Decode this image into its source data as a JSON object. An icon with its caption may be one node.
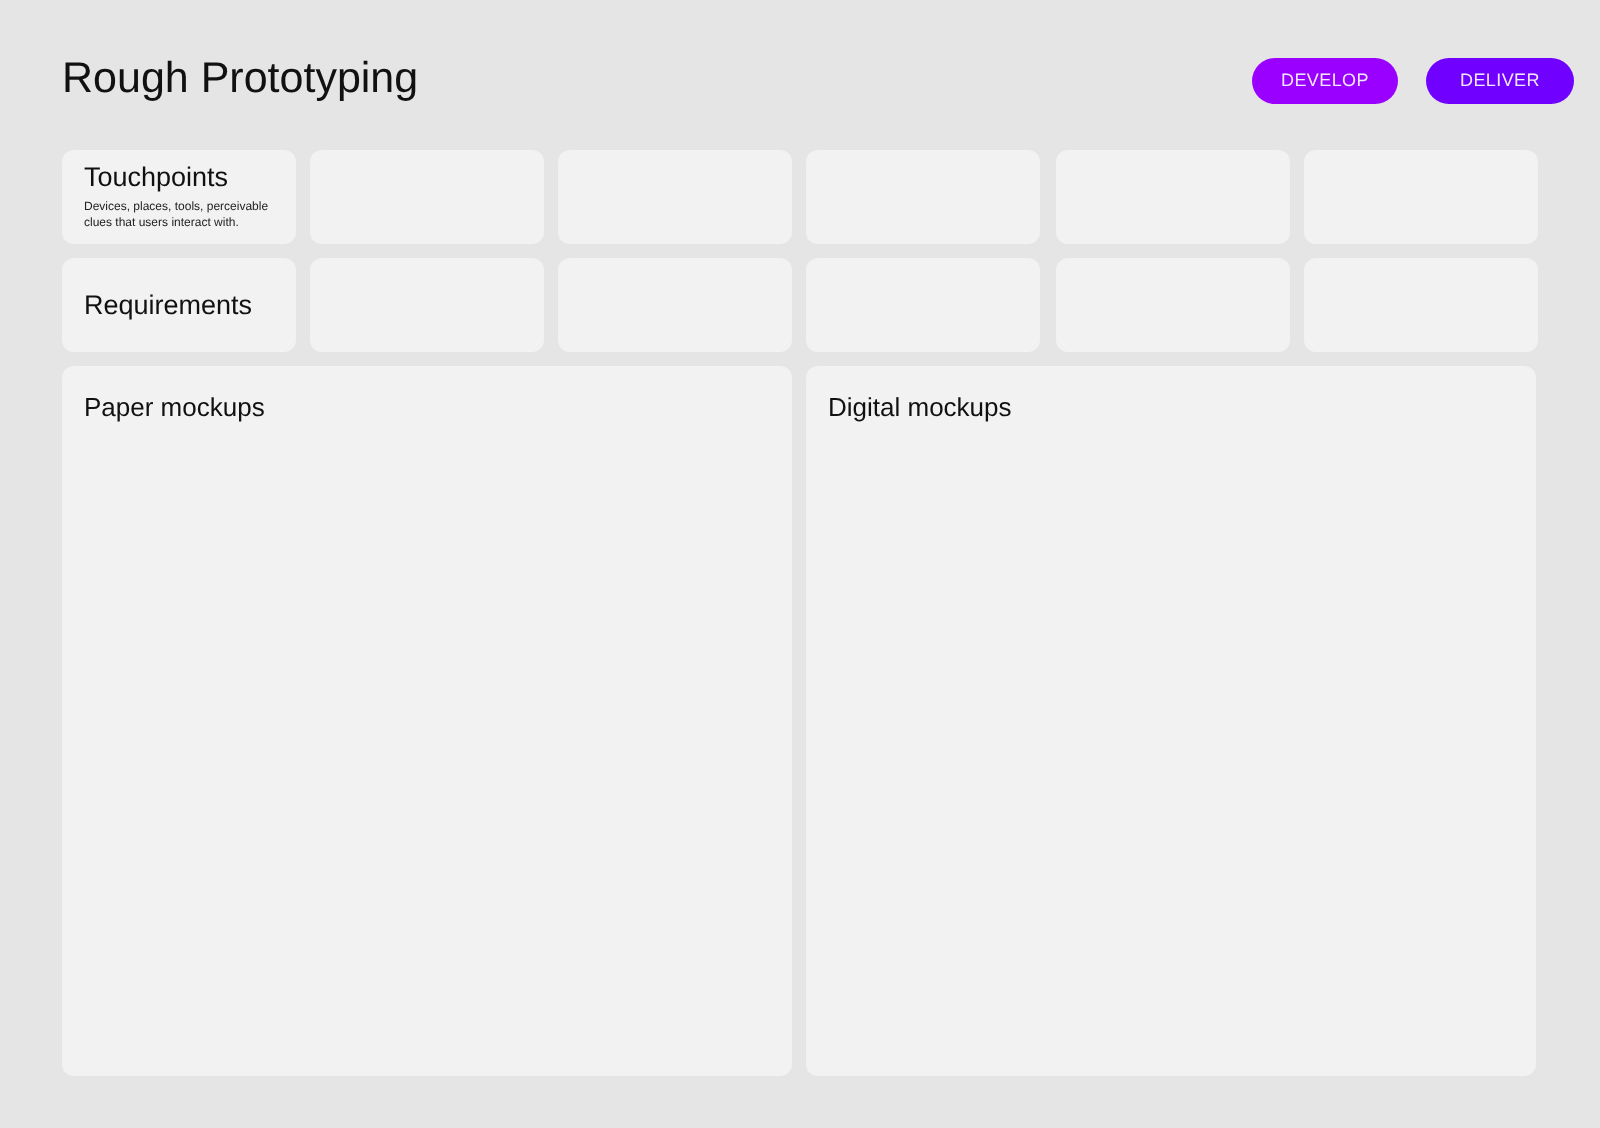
{
  "diagram": {
    "title": "Rough Prototyping",
    "nodes": [
      {
        "text": [
          "DEVELOP"
        ]
      },
      {
        "text": [
          "DELIVER"
        ]
      },
      {
        "text": [
          "Touchpoints",
          "Devices, places, tools, perceivable clues that users interact with."
        ]
      },
      {
        "text": [],
        "shape": "box"
      },
      {
        "text": [],
        "shape": "box"
      },
      {
        "text": [],
        "shape": "box"
      },
      {
        "text": [],
        "shape": "box"
      },
      {
        "text": [],
        "shape": "box"
      },
      {
        "text": [
          "Requirements"
        ]
      },
      {
        "text": [],
        "shape": "box"
      },
      {
        "text": [],
        "shape": "box"
      },
      {
        "text": [],
        "shape": "box"
      },
      {
        "text": [],
        "shape": "box"
      },
      {
        "text": [],
        "shape": "box"
      },
      {
        "text": [
          "Paper mockups"
        ]
      },
      {
        "text": [
          "Digital mockups"
        ]
      }
    ]
  }
}
